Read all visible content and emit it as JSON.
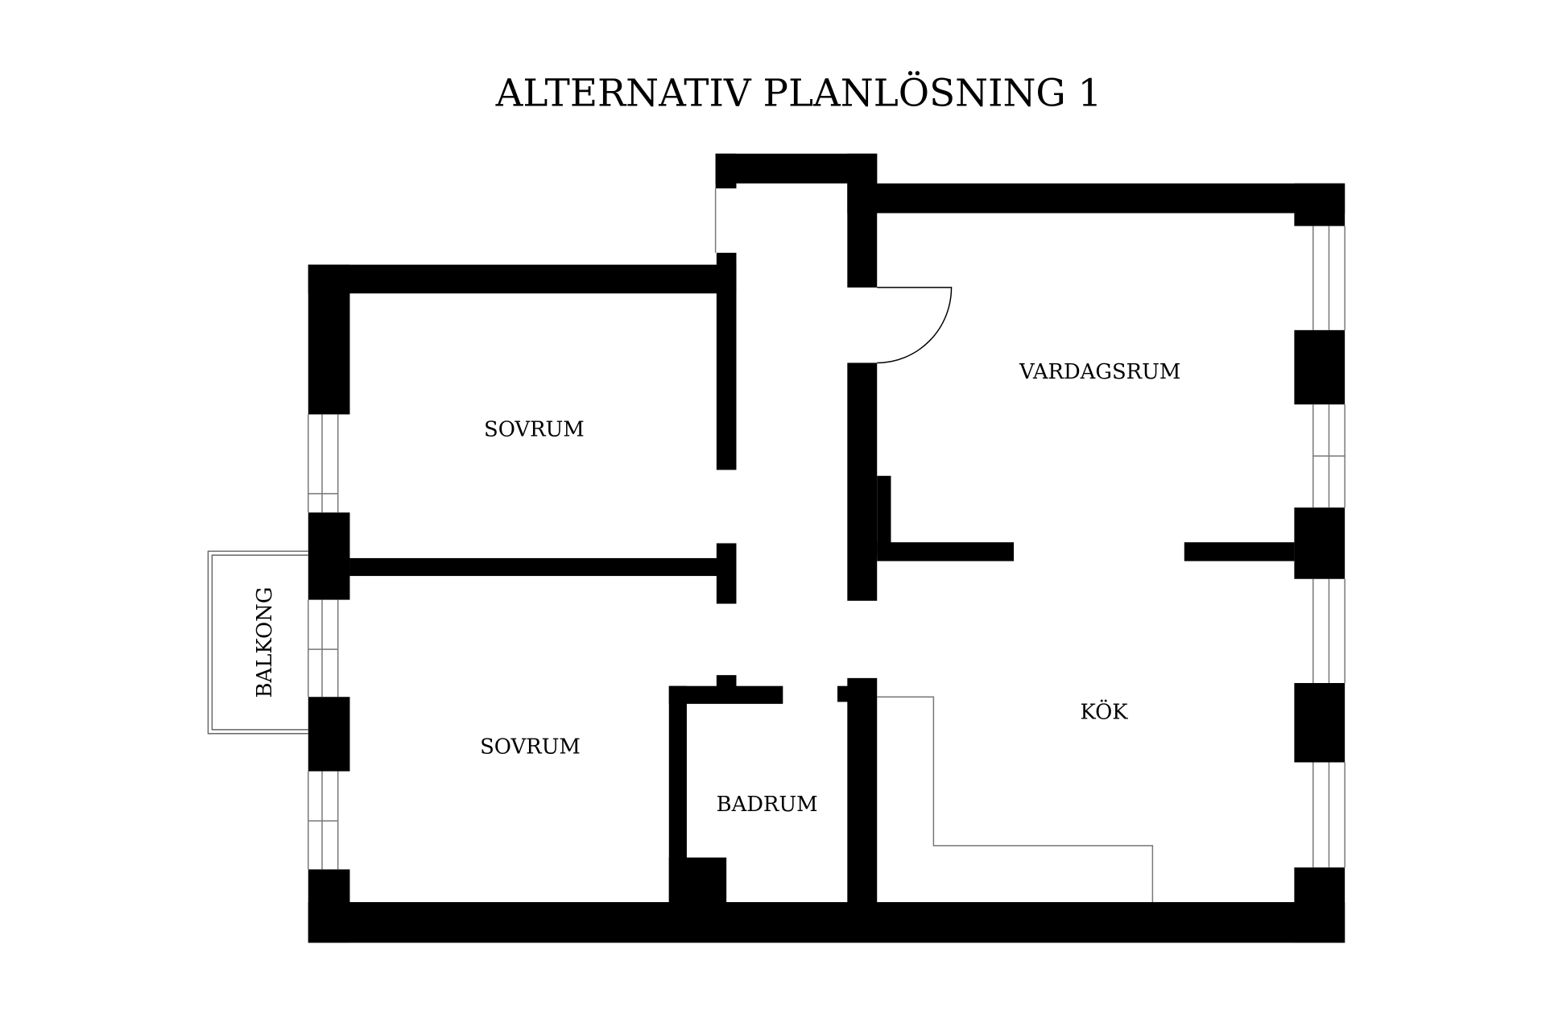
{
  "title": "ALTERNATIV PLANLÖSNING 1",
  "rooms": {
    "bedroom_top": "SOVRUM",
    "bedroom_bottom": "SOVRUM",
    "living_room": "VARDAGSRUM",
    "kitchen": "KÖK",
    "bathroom": "BADRUM",
    "balcony": "BALKONG"
  },
  "colors": {
    "wall": "#000000",
    "background": "#ffffff",
    "line": "#777777"
  }
}
